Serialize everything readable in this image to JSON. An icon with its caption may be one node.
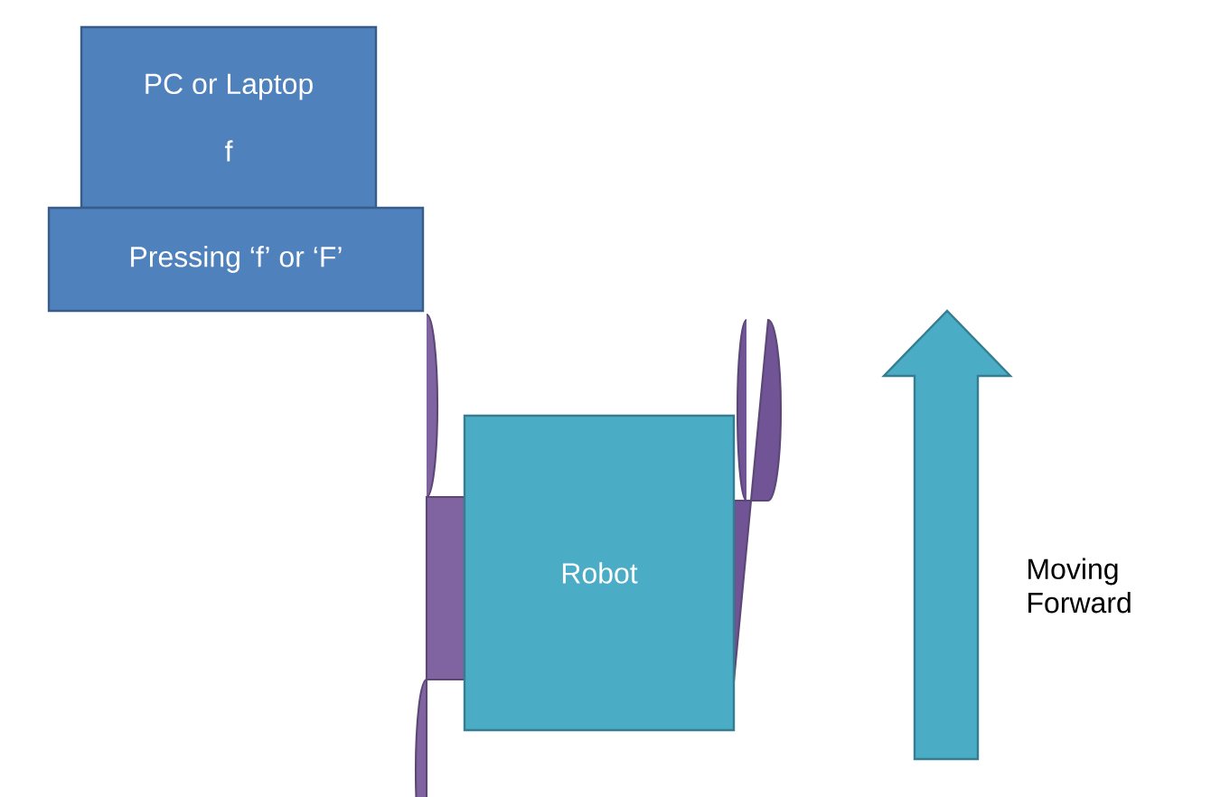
{
  "diagram": {
    "nodes": [
      {
        "text": [
          "PC or Laptop",
          "f"
        ]
      },
      {
        "text": [
          "Pressing ‘f’ or ‘F’"
        ]
      },
      {
        "text": [
          "Robot"
        ]
      }
    ],
    "labels": [
      "Moving Forward"
    ]
  }
}
